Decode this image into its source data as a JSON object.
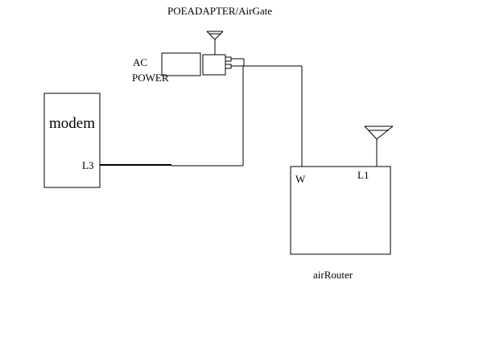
{
  "diagram": {
    "labels": {
      "poe_adapter": "POEADAPTER/AirGate",
      "ac": "AC",
      "power": "POWER",
      "modem": "modem",
      "modem_port": "L3",
      "router_wan_port": "W",
      "router_lan_port": "L1",
      "router": "airRouter"
    },
    "icons": {
      "poe_antenna": "antenna-icon",
      "router_antenna": "antenna-icon"
    },
    "colors": {
      "line": "#000000",
      "background": "#ffffff"
    }
  }
}
